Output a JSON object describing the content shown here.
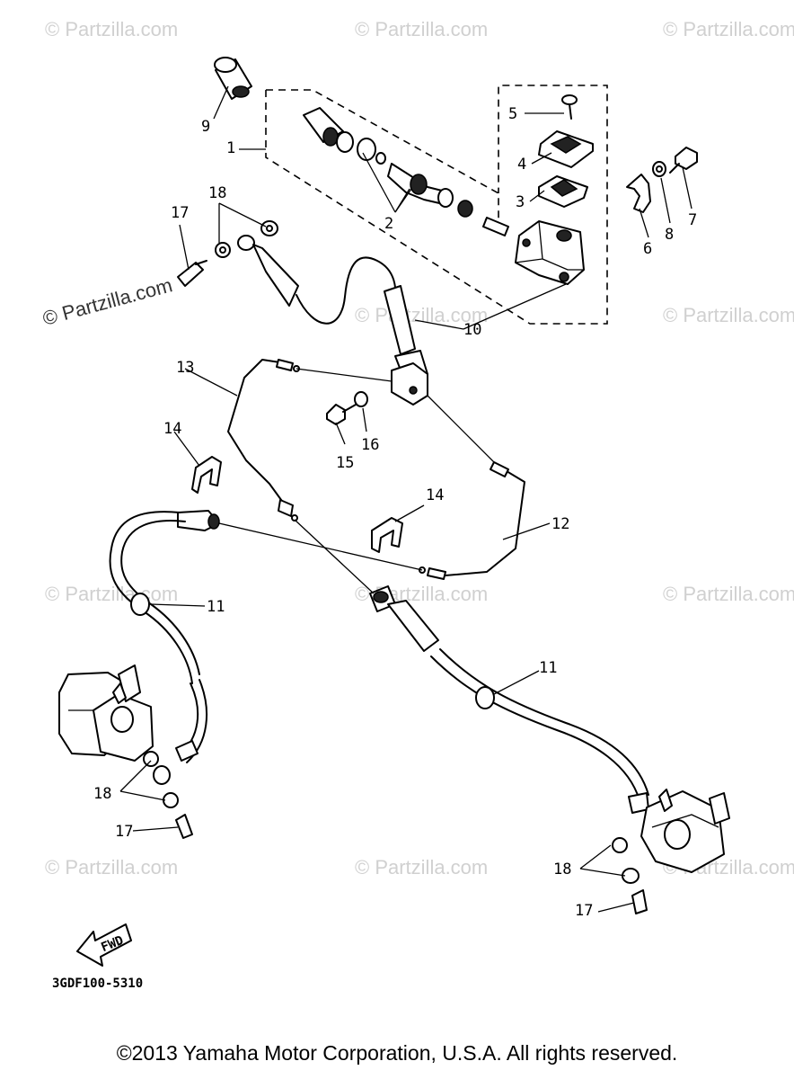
{
  "watermark": "© Partzilla.com",
  "diagram_code": "3GDF100-5310",
  "fwd_label": "FWD",
  "copyright": "©2013  Yamaha Motor Corporation, U.S.A. All rights reserved.",
  "callouts": {
    "c1": "1",
    "c2": "2",
    "c3": "3",
    "c4": "4",
    "c5": "5",
    "c6": "6",
    "c7": "7",
    "c8": "8",
    "c9": "9",
    "c10": "10",
    "c11": "11",
    "c12": "12",
    "c13": "13",
    "c14": "14",
    "c15": "15",
    "c16": "16",
    "c17": "17",
    "c18": "18"
  }
}
